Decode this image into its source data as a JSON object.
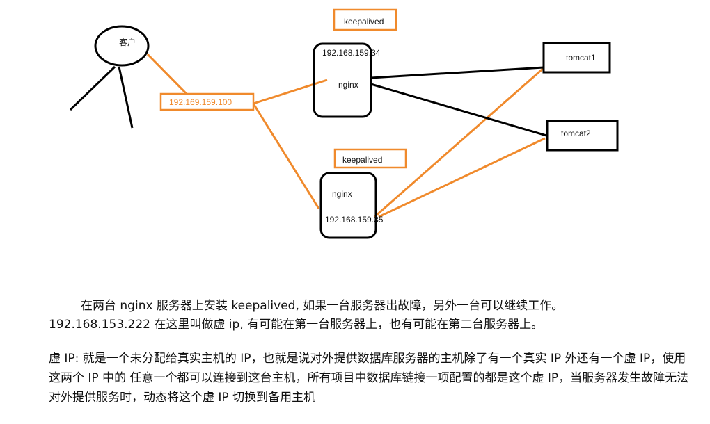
{
  "diagram": {
    "client_label": "客户",
    "vip_label": "192.169.159.100",
    "keepalived_top_label": "keepalived",
    "keepalived_bottom_label": "keepalived",
    "nginx1": {
      "ip": "192.168.159.34",
      "name": "nginx"
    },
    "nginx2": {
      "ip": "192.168.159.35",
      "name": "nginx"
    },
    "tomcat1_label": "tomcat1",
    "tomcat2_label": "tomcat2",
    "colors": {
      "orange": "#f08a2c",
      "black": "#000000"
    }
  },
  "text": {
    "para1_line1": "在两台 nginx 服务器上安装 keepalived, 如果一台服务器出故障，另外一台可以继续工作。",
    "para1_line2": "192.168.153.222 在这里叫做虚 ip, 有可能在第一台服务器上，也有可能在第二台服务器上。",
    "para2": "虚 IP: 就是一个未分配给真实主机的 IP，也就是说对外提供数据库服务器的主机除了有一个真实 IP 外还有一个虚 IP，使用这两个 IP 中的 任意一个都可以连接到这台主机，所有项目中数据库链接一项配置的都是这个虚 IP，当服务器发生故障无法对外提供服务时，动态将这个虚 IP 切换到备用主机"
  }
}
